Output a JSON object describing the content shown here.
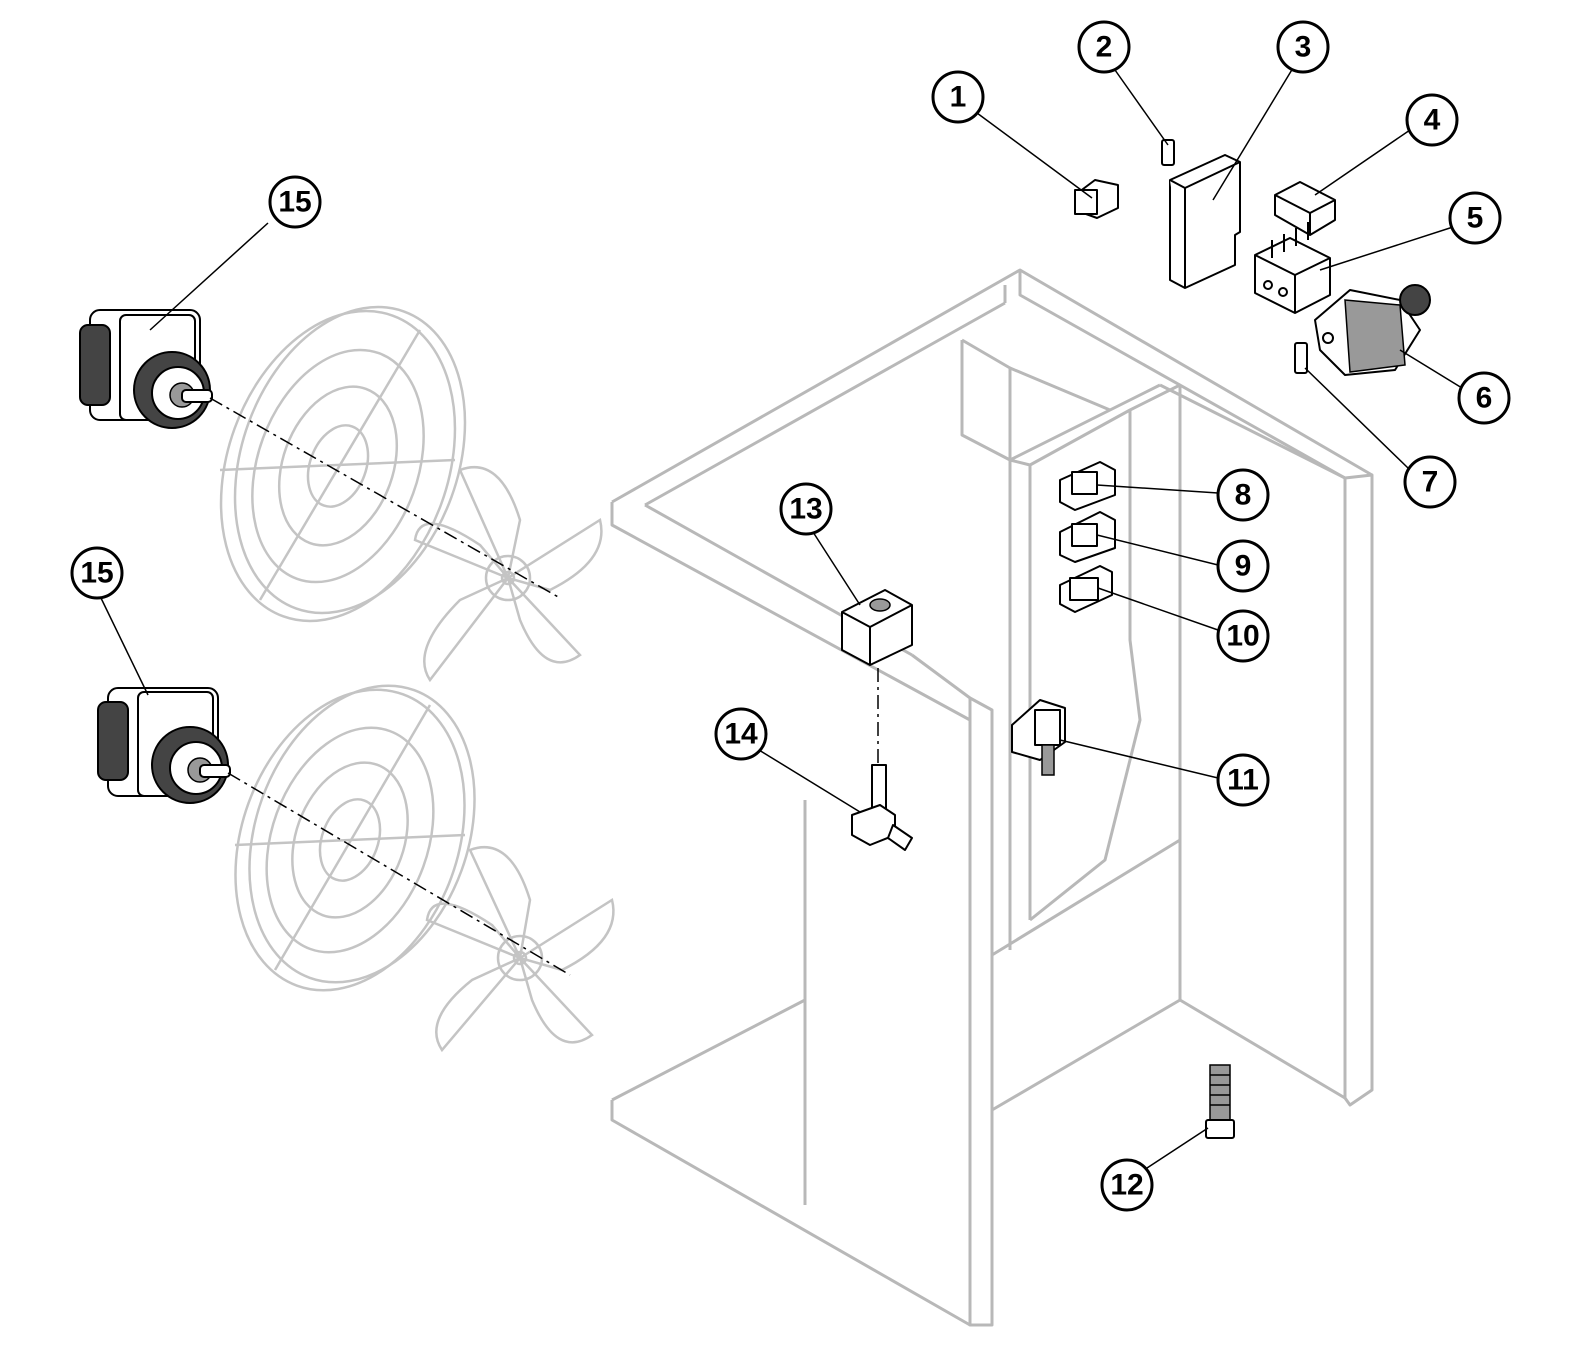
{
  "callouts": [
    {
      "id": "c1",
      "label": "1"
    },
    {
      "id": "c2",
      "label": "2"
    },
    {
      "id": "c3",
      "label": "3"
    },
    {
      "id": "c4",
      "label": "4"
    },
    {
      "id": "c5",
      "label": "5"
    },
    {
      "id": "c6",
      "label": "6"
    },
    {
      "id": "c7",
      "label": "7"
    },
    {
      "id": "c8",
      "label": "8"
    },
    {
      "id": "c9",
      "label": "9"
    },
    {
      "id": "c10",
      "label": "10"
    },
    {
      "id": "c11",
      "label": "11"
    },
    {
      "id": "c12",
      "label": "12"
    },
    {
      "id": "c13",
      "label": "13"
    },
    {
      "id": "c14",
      "label": "14"
    },
    {
      "id": "c15a",
      "label": "15"
    },
    {
      "id": "c15b",
      "label": "15"
    }
  ]
}
